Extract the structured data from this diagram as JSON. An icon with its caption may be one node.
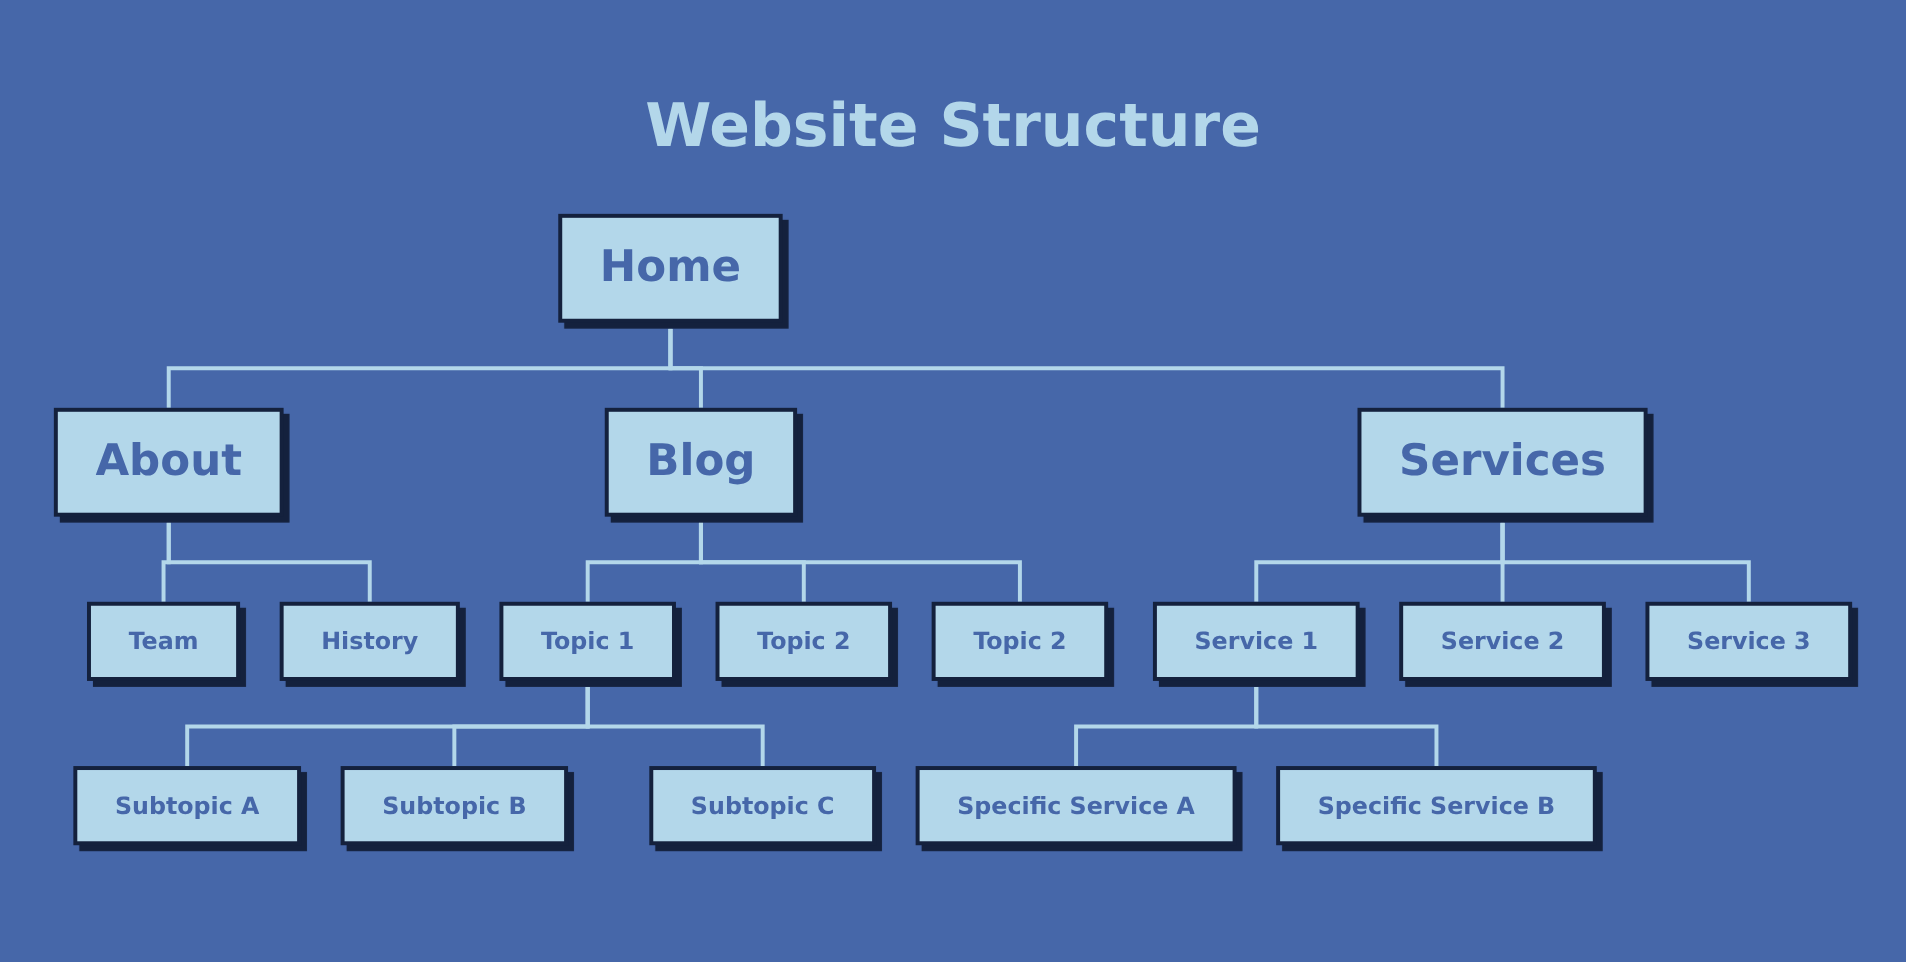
{
  "diagram": {
    "title": "Website Structure",
    "nodes": [
      {
        "text": [
          "Home"
        ]
      },
      {
        "text": [
          "About"
        ]
      },
      {
        "text": [
          "Blog"
        ]
      },
      {
        "text": [
          "Services"
        ]
      },
      {
        "text": [
          "Team"
        ]
      },
      {
        "text": [
          "History"
        ]
      },
      {
        "text": [
          "Topic 1"
        ]
      },
      {
        "text": [
          "Topic 2"
        ]
      },
      {
        "text": [
          "Topic 2"
        ]
      },
      {
        "text": [
          "Service 1"
        ]
      },
      {
        "text": [
          "Service 2"
        ]
      },
      {
        "text": [
          "Service 3"
        ]
      },
      {
        "text": [
          "Subtopic A"
        ]
      },
      {
        "text": [
          "Subtopic B"
        ]
      },
      {
        "text": [
          "Subtopic C"
        ]
      },
      {
        "text": [
          "Specific Service A"
        ]
      },
      {
        "text": [
          "Specific Service B"
        ]
      }
    ],
    "edges": [
      {
        "from": 0,
        "to": 1,
        "arrow": "none"
      },
      {
        "from": 0,
        "to": 2,
        "arrow": "none"
      },
      {
        "from": 0,
        "to": 3,
        "arrow": "none"
      },
      {
        "from": 1,
        "to": 4,
        "arrow": "none"
      },
      {
        "from": 1,
        "to": 5,
        "arrow": "none"
      },
      {
        "from": 2,
        "to": 6,
        "arrow": "none"
      },
      {
        "from": 2,
        "to": 7,
        "arrow": "none"
      },
      {
        "from": 2,
        "to": 8,
        "arrow": "none"
      },
      {
        "from": 3,
        "to": 9,
        "arrow": "none"
      },
      {
        "from": 3,
        "to": 10,
        "arrow": "none"
      },
      {
        "from": 3,
        "to": 11,
        "arrow": "none"
      },
      {
        "from": 6,
        "to": 12,
        "arrow": "none"
      },
      {
        "from": 6,
        "to": 13,
        "arrow": "none"
      },
      {
        "from": 6,
        "to": 14,
        "arrow": "none"
      },
      {
        "from": 9,
        "to": 15,
        "arrow": "none"
      },
      {
        "from": 9,
        "to": 16,
        "arrow": "none"
      }
    ]
  }
}
